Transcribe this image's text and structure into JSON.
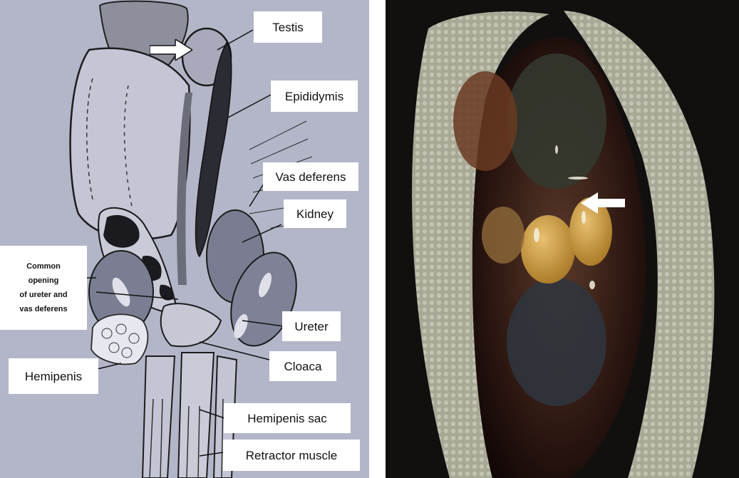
{
  "figure": {
    "left_panel": {
      "labels": {
        "testis": "Testis",
        "epididymis": "Epididymis",
        "vas_deferens": "Vas deferens",
        "kidney": "Kidney",
        "common_opening": [
          "Common",
          "opening",
          "of ureter and",
          "vas deferens"
        ],
        "ureter": "Ureter",
        "cloaca": "Cloaca",
        "hemipenis": "Hemipenis",
        "hemipenis_sac": "Hemipenis sac",
        "retractor_muscle": "Retractor muscle"
      },
      "icons": {
        "arrow": "right-arrow-icon"
      }
    },
    "right_panel": {
      "icons": {
        "arrow": "left-arrow-icon"
      }
    },
    "colors": {
      "drawing_background": "#b3b6c8",
      "label_background": "#ffffff",
      "photo_background": "#11100f",
      "skin": "#a9a896",
      "testis_yellow": "#c79640"
    }
  }
}
